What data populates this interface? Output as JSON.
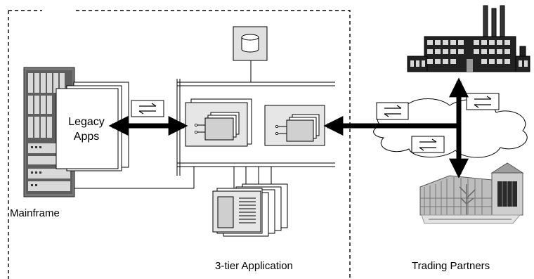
{
  "labels": {
    "legacy_line1": "Legacy",
    "legacy_line2": "Apps",
    "mainframe": "Mainframe",
    "app": "3-tier Application",
    "partners": "Trading Partners"
  },
  "icons": {
    "database": "database-icon",
    "factory": "factory-icon",
    "office": "office-building-icon",
    "cloud": "network-cloud-icon",
    "exchange": "exchange-arrows-icon",
    "mainframe": "mainframe-rack-icon",
    "documents": "document-stack-icon"
  },
  "colors": {
    "line": "#000000",
    "panel": "#e6e6e6",
    "box": "#ffffff"
  }
}
